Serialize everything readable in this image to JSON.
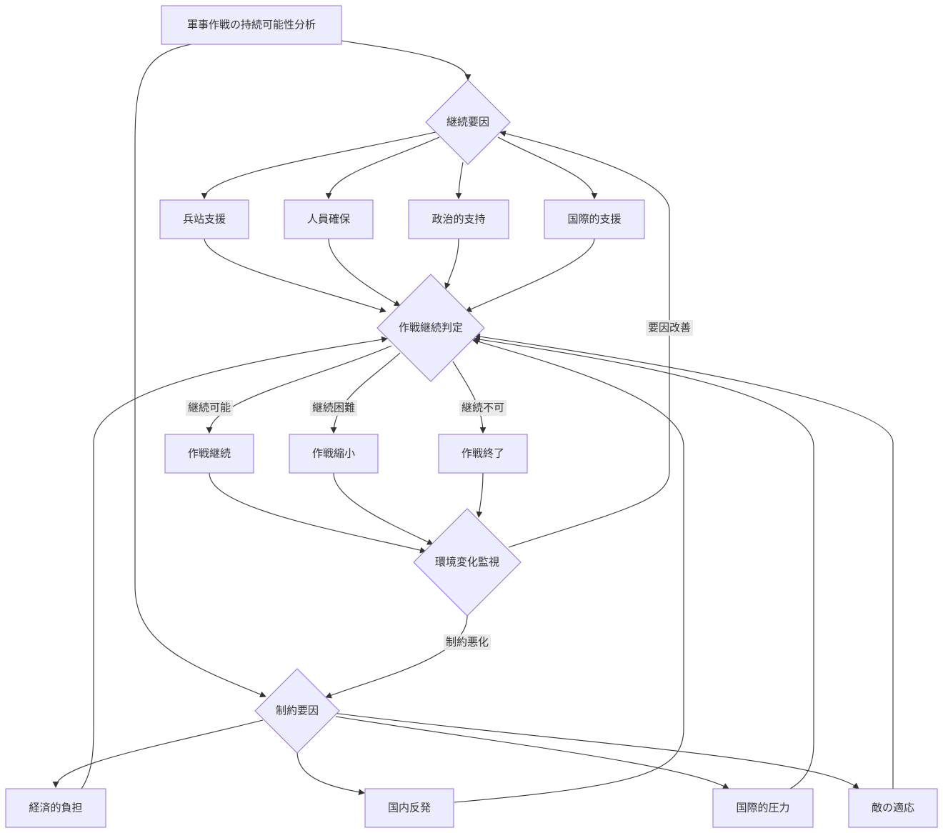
{
  "nodes": {
    "analysis": "軍事作戦の持続可能性分析",
    "continuation_factors": "継続要因",
    "logistics": "兵站支援",
    "personnel": "人員確保",
    "political": "政治的支持",
    "intl_support": "国際的支援",
    "judgment": "作戦継続判定",
    "continue_op": "作戦継続",
    "scale_down": "作戦縮小",
    "end_op": "作戦終了",
    "monitoring": "環境変化監視",
    "constraint_factors": "制約要因",
    "economic_burden": "経済的負担",
    "domestic_backlash": "国内反発",
    "intl_pressure": "国際的圧力",
    "enemy_adaptation": "敵の適応"
  },
  "edge_labels": {
    "possible": "継続可能",
    "difficult": "継続困難",
    "impossible": "継続不可",
    "improve": "要因改善",
    "worsen": "制約悪化"
  }
}
